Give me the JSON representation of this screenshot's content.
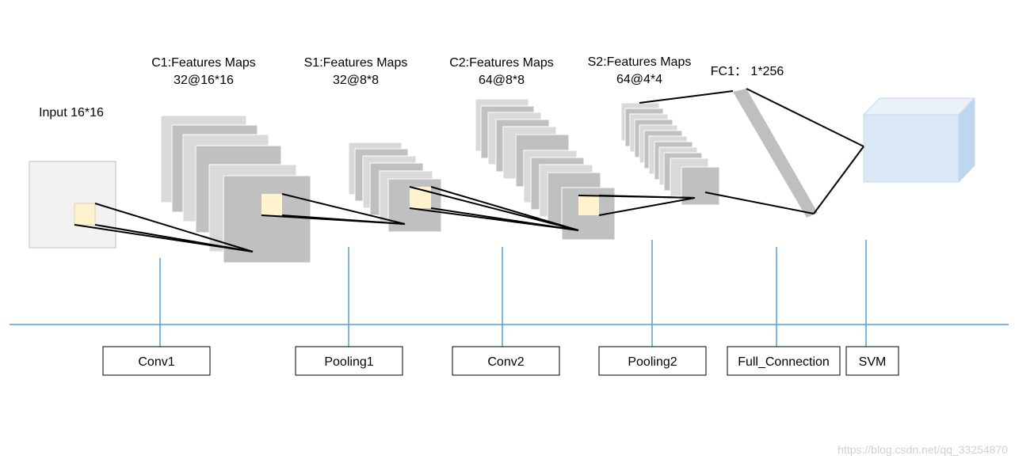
{
  "layers": {
    "input": {
      "title": "Input 16*16"
    },
    "c1": {
      "title": "C1:Features Maps",
      "size": "32@16*16"
    },
    "s1": {
      "title": "S1:Features Maps",
      "size": "32@8*8"
    },
    "c2": {
      "title": "C2:Features Maps",
      "size": "64@8*8"
    },
    "s2": {
      "title": "S2:Features Maps",
      "size": "64@4*4"
    },
    "fc1": {
      "title": "FC1：  1*256"
    }
  },
  "operations": {
    "conv1": "Conv1",
    "pooling1": "Pooling1",
    "conv2": "Conv2",
    "pooling2": "Pooling2",
    "full_connection": "Full_Connection",
    "svm": "SVM"
  },
  "watermark": "https://blog.csdn.net/qq_33254870",
  "colors": {
    "map_fill": "#c0c0c0",
    "map_fill_light": "#d9d9d9",
    "patch_fill": "#fff2cc",
    "timeline": "#5b9bd5",
    "cube_front": "#dae8f5",
    "cube_side": "#bdd7ee"
  }
}
